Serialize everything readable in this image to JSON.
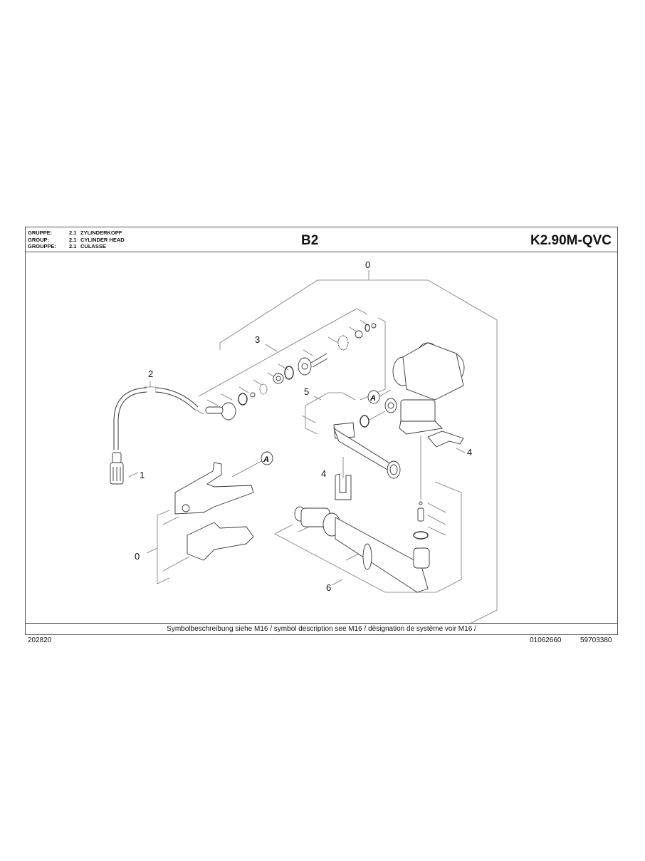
{
  "header": {
    "groups": [
      {
        "key": "GRUPPE:",
        "number": "2.1",
        "name": "ZYLINDERKOPF"
      },
      {
        "key": "GROUP:",
        "number": "2.1",
        "name": "CYLINDER HEAD"
      },
      {
        "key": "GROUPPE:",
        "number": "2.1",
        "name": "CULASSE"
      }
    ],
    "code": "B2",
    "model": "K2.90M-QVC"
  },
  "drawing": {
    "callouts": [
      {
        "id": "0",
        "label": "0"
      },
      {
        "id": "0b",
        "label": "0"
      },
      {
        "id": "1",
        "label": "1"
      },
      {
        "id": "2",
        "label": "2"
      },
      {
        "id": "3",
        "label": "3"
      },
      {
        "id": "4a",
        "label": "4"
      },
      {
        "id": "4b",
        "label": "4"
      },
      {
        "id": "5",
        "label": "5"
      },
      {
        "id": "6",
        "label": "6"
      }
    ],
    "references": [
      {
        "id": "A1",
        "label": "A"
      },
      {
        "id": "A2",
        "label": "A"
      }
    ],
    "line_color": "#666666",
    "part_color": "#333333"
  },
  "footer": {
    "note": "Symbolbeschreibung siehe M16 / symbol description see M16 / dèsignation de système voir M16 /"
  },
  "bottom": {
    "page_id": "202820",
    "doc_number": "01062660",
    "part_number": "59703380"
  }
}
